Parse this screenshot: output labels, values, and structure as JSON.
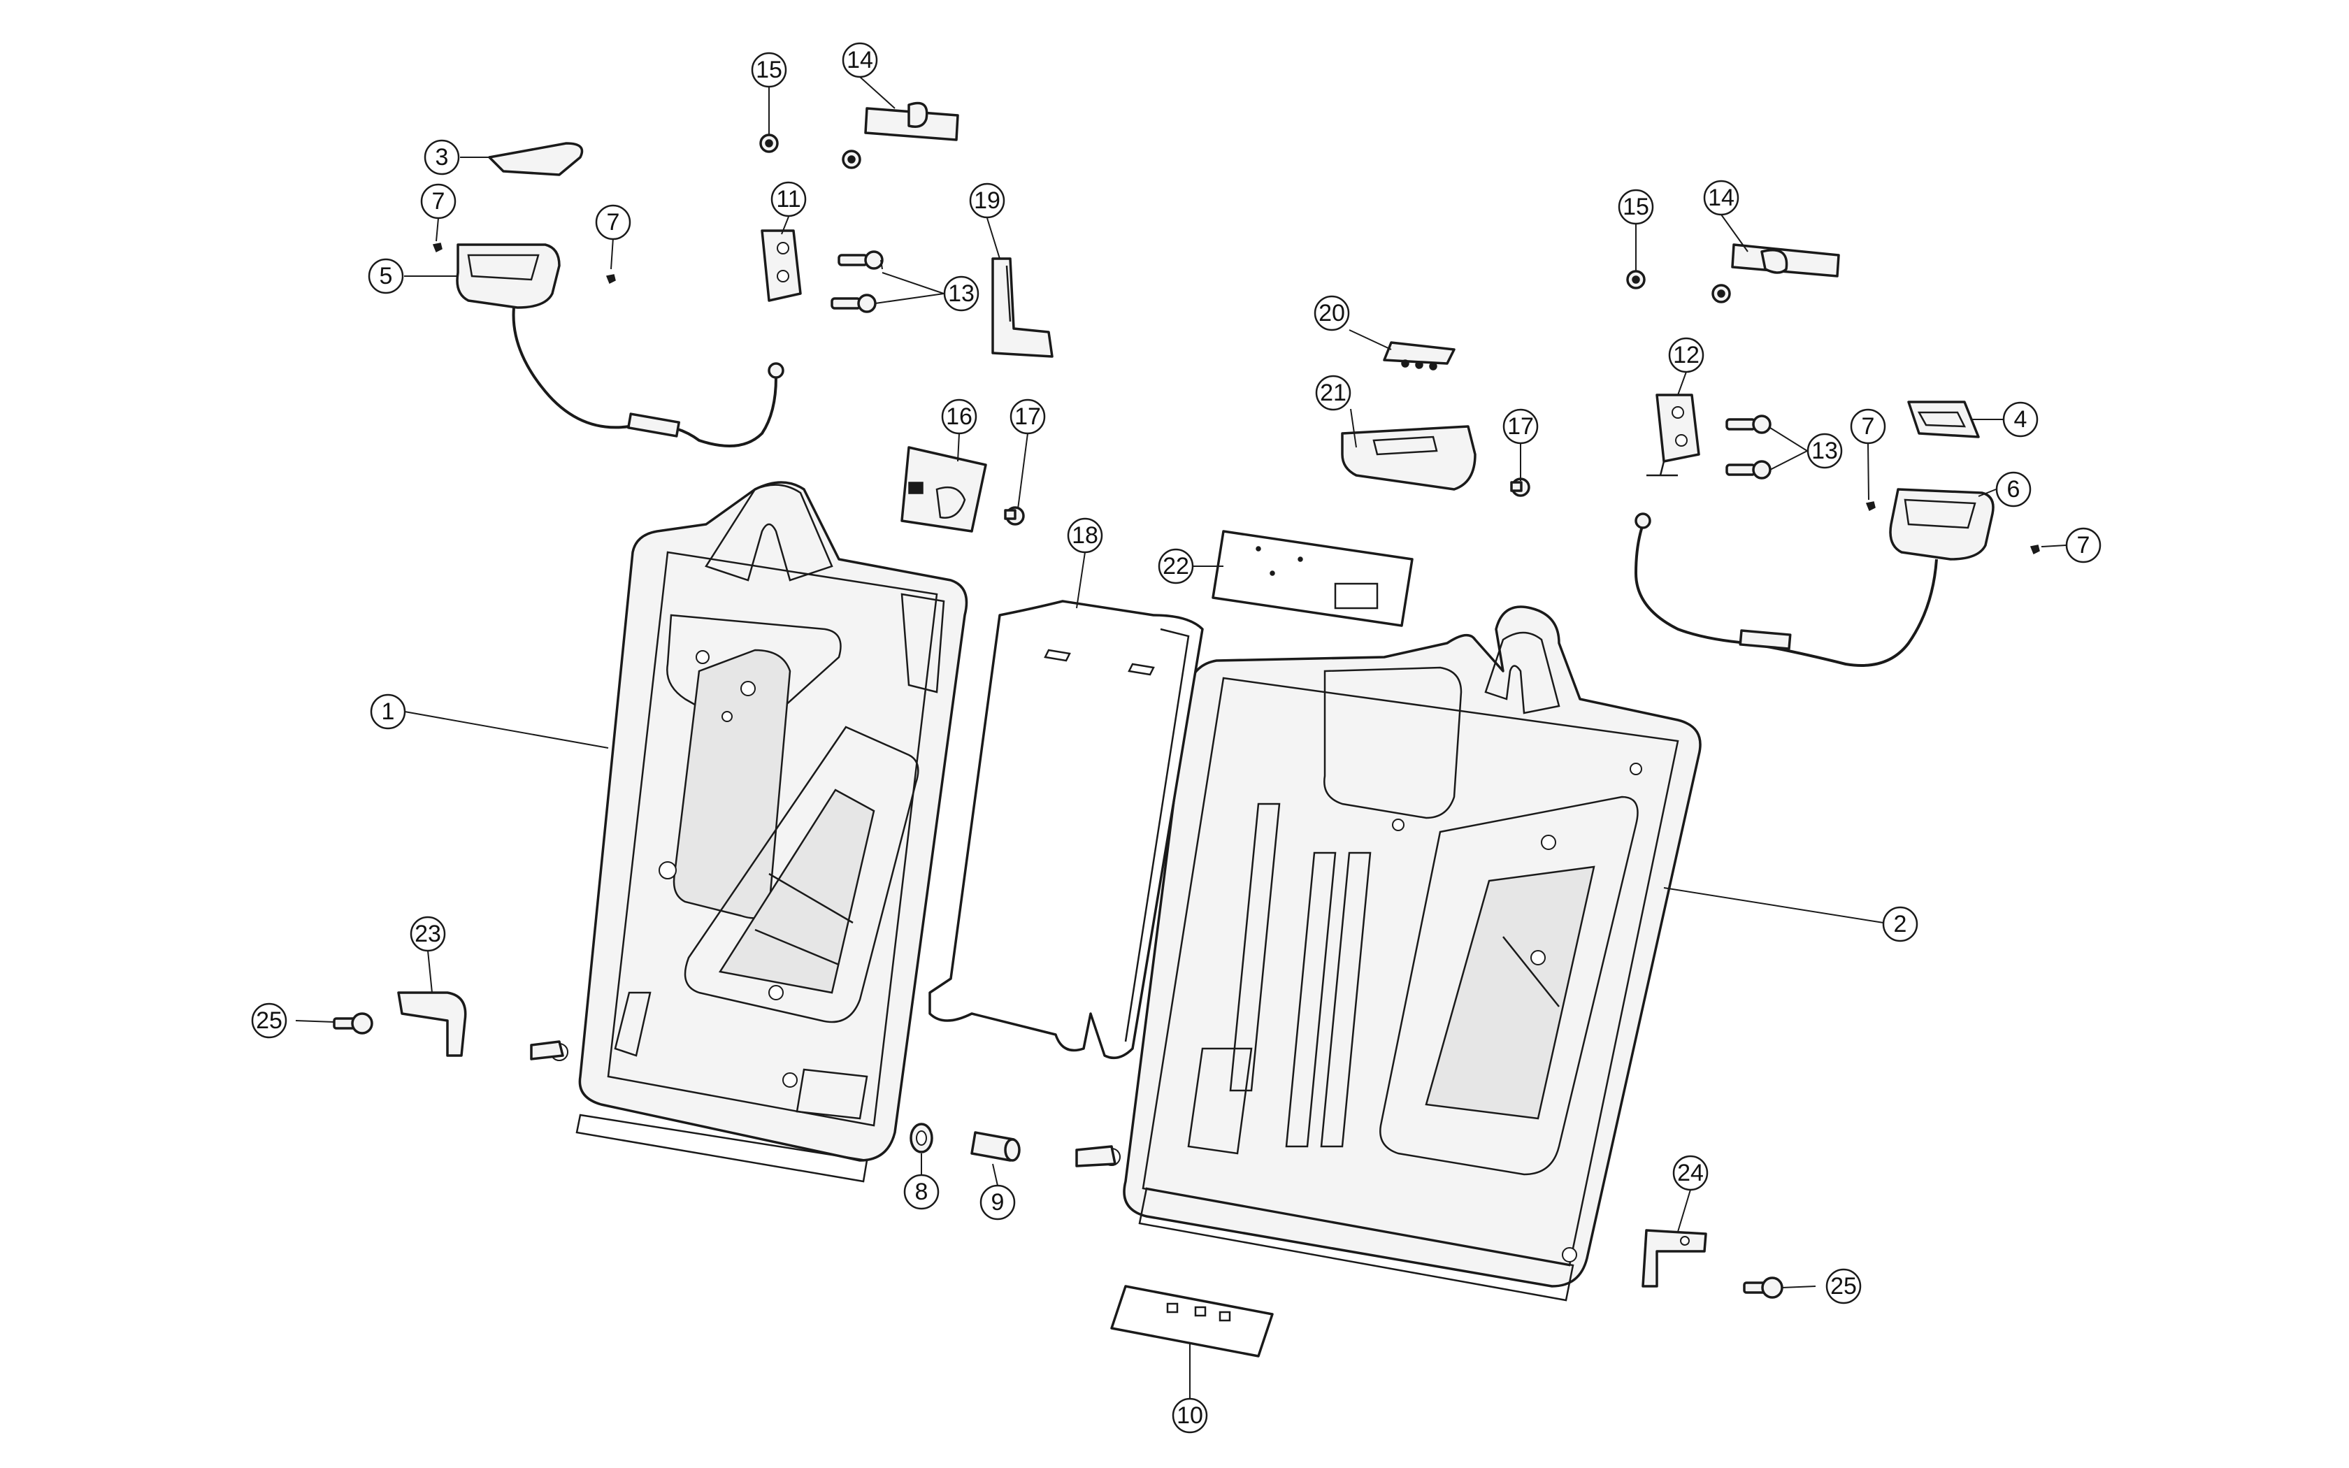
{
  "diagram": {
    "callouts": {
      "c1": "1",
      "c2": "2",
      "c3": "3",
      "c4": "4",
      "c5": "5",
      "c6": "6",
      "c7a": "7",
      "c7b": "7",
      "c7c": "7",
      "c7d": "7",
      "c8": "8",
      "c9": "9",
      "c10": "10",
      "c11": "11",
      "c12": "12",
      "c13a": "13",
      "c13b": "13",
      "c14a": "14",
      "c14b": "14",
      "c15a": "15",
      "c15b": "15",
      "c16": "16",
      "c17a": "17",
      "c17b": "17",
      "c18": "18",
      "c19": "19",
      "c20": "20",
      "c21": "21",
      "c22": "22",
      "c23": "23",
      "c24": "24",
      "c25a": "25",
      "c25b": "25"
    }
  }
}
